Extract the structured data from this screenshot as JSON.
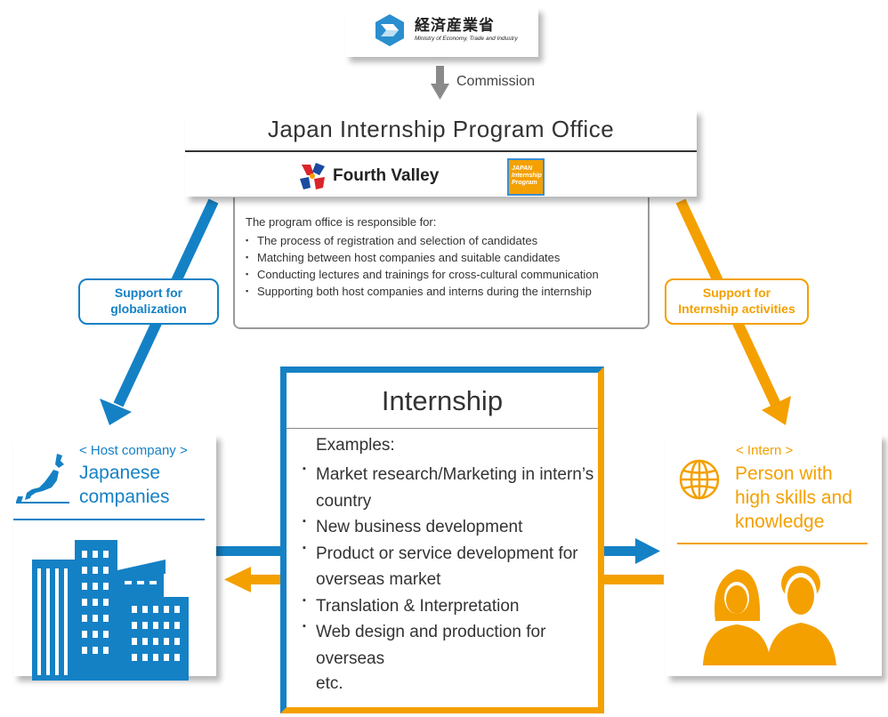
{
  "meti": {
    "name_jp": "経済産業省",
    "name_en": "Ministry of Economy, Trade and Industry"
  },
  "commission_label": "Commission",
  "office": {
    "title": "Japan Internship Program Office",
    "fourth_valley": "Fourth Valley",
    "jip_logo_text": "JAPAN Internship Program"
  },
  "responsibilities": {
    "intro": "The program office is responsible for:",
    "items": [
      "The process of registration and selection of candidates",
      "Matching between host companies and suitable candidates",
      "Conducting lectures and trainings for cross-cultural communication",
      "Supporting both host companies and interns during the internship"
    ]
  },
  "support_globalization": [
    "Support for",
    "globalization"
  ],
  "support_internship": [
    "Support for",
    "Internship activities"
  ],
  "internship": {
    "title": "Internship",
    "examples_label": "Examples:",
    "examples": [
      "Market research/Marketing in intern’s country",
      "New business development",
      "Product or service development for overseas market",
      "Translation & Interpretation",
      "Web design and production for overseas"
    ],
    "etc": "etc."
  },
  "host": {
    "label": "< Host company >",
    "name_line1": "Japanese",
    "name_line2": "companies"
  },
  "intern": {
    "label": "< Intern >",
    "name_line1": "Person with",
    "name_line2": "high skills and",
    "name_line3": "knowledge"
  },
  "colors": {
    "blue": "#1581c5",
    "orange": "#f4a000",
    "gray": "#8a8a8a",
    "dark": "#333333"
  },
  "icons": [
    "meti-logo-icon",
    "arrow-down-icon",
    "fourth-valley-logo-icon",
    "japan-map-icon",
    "buildings-icon",
    "globe-icon",
    "people-icon"
  ]
}
